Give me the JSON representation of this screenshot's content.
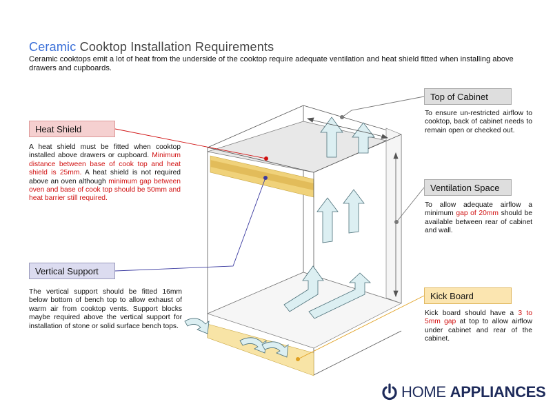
{
  "title": {
    "word1": "Ceramic",
    "rest": "Cooktop  Installation Requirements"
  },
  "intro": "Ceramic cooktops emit a lot of heat from the underside of the cooktop require adequate ventilation and heat shield fitted when installing above drawers and cupboards.",
  "heat_shield": {
    "label": "Heat Shield",
    "text1": "A heat shield must be fitted when cooktop installed above drawers or cupboard.",
    "red1": "Minimum distance between base of cook top and heat shield is 25mm.",
    "text2": "A heat shield is not required above an oven although",
    "red2": "minimum gap between oven and base of cook top should be 50mm and heat barrier still required."
  },
  "vertical_support": {
    "label": "Vertical Support",
    "text": "The vertical support should be fitted 16mm below bottom of bench top to allow exhaust of warm air from cooktop vents. Support blocks maybe required above the vertical support for  installation of stone or solid surface bench tops."
  },
  "top_of_cabinet": {
    "label": "Top of Cabinet",
    "text": "To ensure un-restricted airflow to cooktop, back of cabinet needs to remain open or checked out."
  },
  "ventilation_space": {
    "label": "Ventilation Space",
    "text1": "To allow adequate airflow a minimum",
    "red": "gap of 20mm",
    "text2": "should be available between rear of cabinet and wall."
  },
  "kick_board": {
    "label": "Kick Board",
    "text1": "Kick board should have a",
    "red": "3 to 5mm gap",
    "text2": "at top to allow airflow under cabinet and rear of the cabinet."
  },
  "logo": {
    "word1": "HOME",
    "word2": "APPLIANCES",
    "icon": "power-icon"
  },
  "colors": {
    "title_accent": "#3a6fd8",
    "red_text": "#d01010",
    "heat_shield_box": "#f5d0d0",
    "vertical_support_box": "#dcdcf0",
    "kick_board_box": "#fbe5b0",
    "grey_box": "#dedede",
    "shield_yellow": "#f0d27a",
    "arrow_fill": "#dceff2",
    "logo_navy": "#1d2a5a"
  }
}
